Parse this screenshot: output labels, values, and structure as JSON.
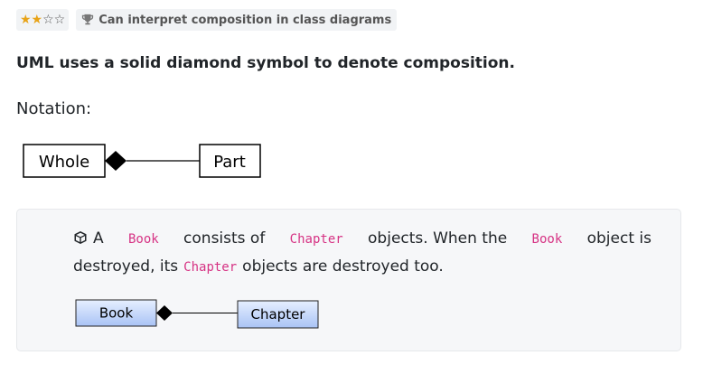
{
  "rating": {
    "filled": 2,
    "total": 4,
    "stars_text_full": "★★",
    "stars_text_empty": "☆☆"
  },
  "outcome": {
    "icon": "trophy-icon",
    "label": "Can interpret composition in class diagrams"
  },
  "heading": "UML uses a solid diamond symbol to denote composition.",
  "notation_label": "Notation:",
  "notation_diagram": {
    "whole": "Whole",
    "part": "Part"
  },
  "example": {
    "icon": "cube-icon",
    "t1": "A",
    "c1": "Book",
    "t2": "consists of",
    "c2": "Chapter",
    "t3": "objects. When the",
    "c3": "Book",
    "t4": "object is",
    "t5": "destroyed, its",
    "c4": "Chapter",
    "t6": "objects are destroyed too.",
    "diagram": {
      "whole": "Book",
      "part": "Chapter"
    }
  },
  "colors": {
    "accent_code": "#d63384",
    "star": "#e8a317",
    "box_gradient_top": "#e6efff",
    "box_gradient_bottom": "#a9c3f5"
  }
}
